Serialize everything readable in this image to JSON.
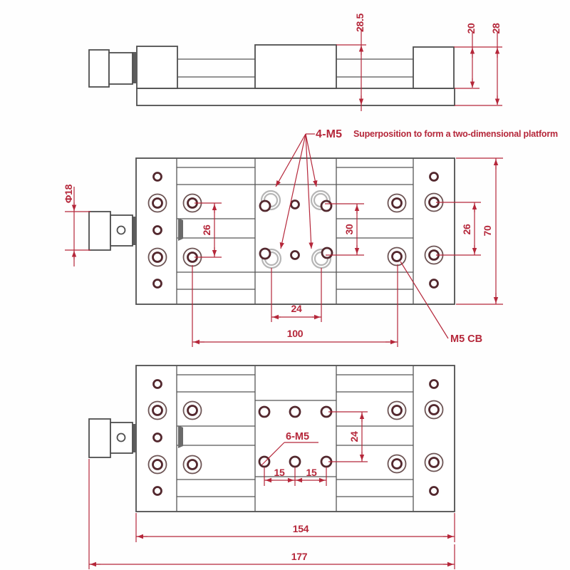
{
  "colors": {
    "dimension_red": "#b5273a",
    "line_gray": "#4f4f4f",
    "hole_maroon": "#53282e",
    "platform_ring_gray": "#b6b6b6",
    "background": "#ffffff"
  },
  "side_view": {
    "dim_carriage_height": "28.5",
    "dim_end_block_height": "20",
    "dim_total_height": "28"
  },
  "plan_view": {
    "dim_knob_diameter": "Φ18",
    "dim_left_cb_spacing": "26",
    "dim_platform_hole_spacing_v": "30",
    "dim_right_cb_spacing": "26",
    "dim_body_width": "70",
    "dim_platform_hole_spacing_h": "24",
    "dim_cb_hole_span": "100",
    "label_platform_holes": "4-M5",
    "note_platform": "Superposition to form a two-dimensional platform",
    "label_cb_hole": "M5 CB"
  },
  "bottom_view": {
    "label_center_holes": "6-M5",
    "dim_center_hole_spacing_v": "24",
    "dim_center_hole_spacing_1": "15",
    "dim_center_hole_spacing_2": "15",
    "dim_body_length": "154",
    "dim_overall_length": "177"
  }
}
